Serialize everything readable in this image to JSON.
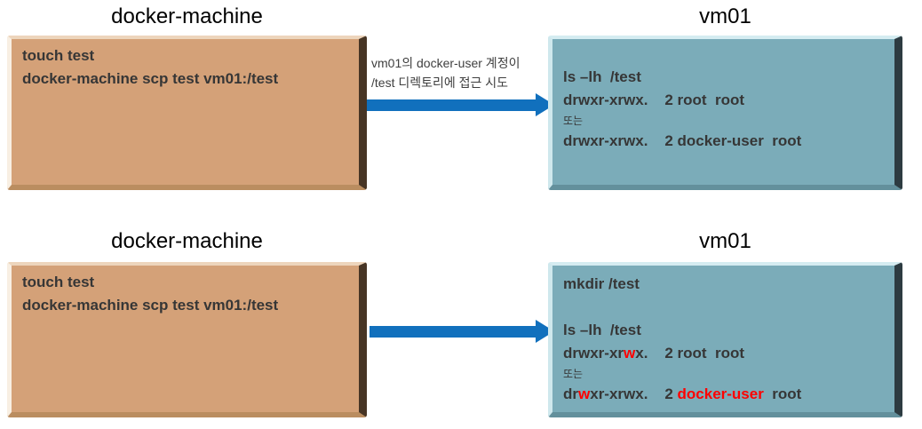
{
  "colors": {
    "box_tan": "#D4A178",
    "box_teal": "#7BACB9",
    "arrow_blue": "#1170BD",
    "highlight_red": "#FF0000",
    "text_dark": "#363636"
  },
  "rows": [
    {
      "left_title": "docker-machine",
      "right_title": "vm01",
      "left_box_lines": [
        "touch test",
        "docker-machine scp test vm01:/test"
      ],
      "arrow_label": [
        "vm01의 docker-user 계정이",
        "/test 디렉토리에 접근 시도"
      ],
      "right_box": {
        "cmd1": "ls –lh  /test",
        "perm1": "drwxr-xrwx.    2 root  root",
        "or_text": "또는",
        "perm2": "drwxr-xrwx.    2 docker-user  root"
      }
    },
    {
      "left_title": "docker-machine",
      "right_title": "vm01",
      "left_box_lines": [
        "touch test",
        "docker-machine scp test vm01:/test"
      ],
      "right_box": {
        "cmd1": "mkdir /test",
        "cmd2": "ls –lh  /test",
        "perm1_pre": "drwxr-xr",
        "perm1_red": "w",
        "perm1_post": "x.    2 root  root",
        "or_text": "또는",
        "perm2_pre": "dr",
        "perm2_red": "w",
        "perm2_mid": "xr-xrwx.    2 ",
        "perm2_red2": "docker-user",
        "perm2_post": "  root"
      }
    }
  ]
}
